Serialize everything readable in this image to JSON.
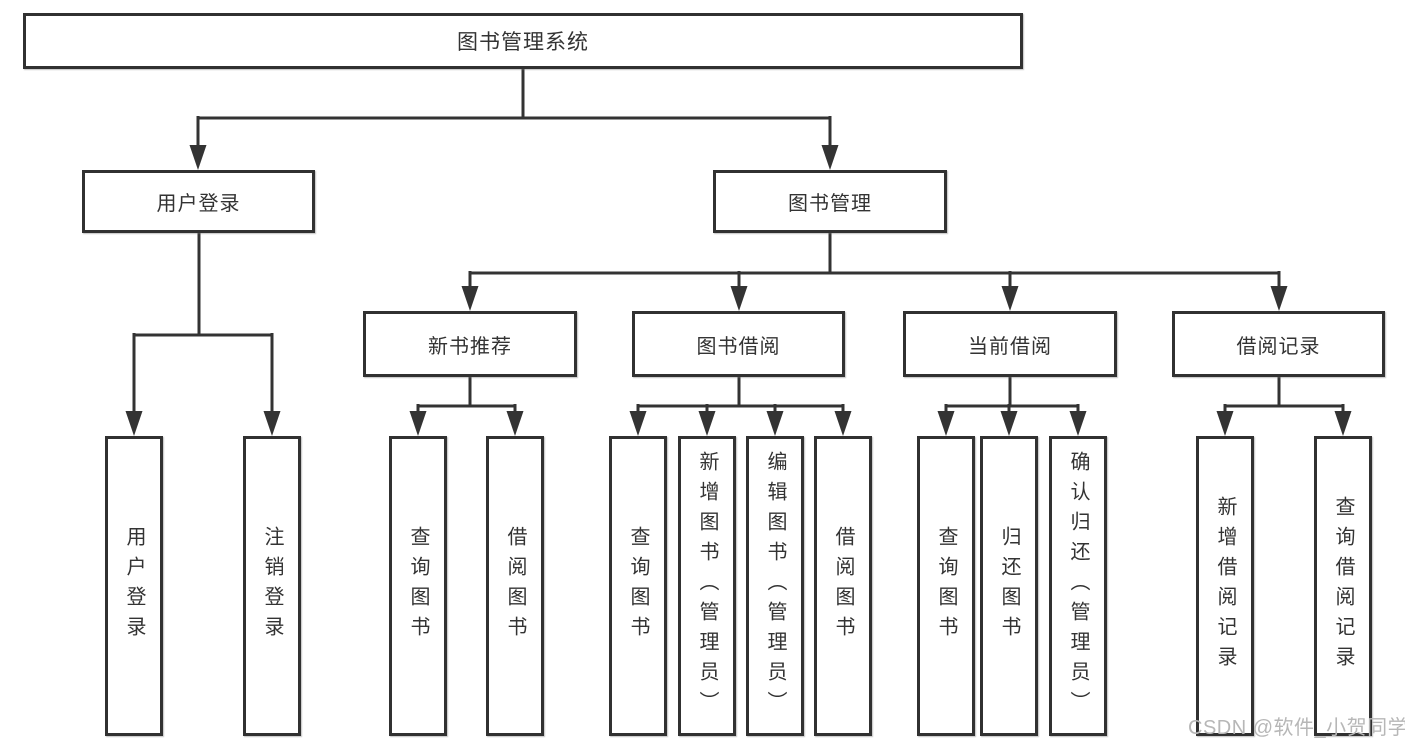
{
  "nodes": {
    "root": "图书管理系统",
    "user_login": "用户登录",
    "book_mgmt": "图书管理",
    "new_book_rec": "新书推荐",
    "book_borrow": "图书借阅",
    "current_borrow": "当前借阅",
    "borrow_record": "借阅记录",
    "leaf_user_login": "用户登录",
    "leaf_logout": "注销登录",
    "leaf_query_book_nbr": "查询图书",
    "leaf_borrow_book_nbr": "借阅图书",
    "leaf_query_book_bb": "查询图书",
    "leaf_add_book": "新增图书（管理员）",
    "leaf_edit_book": "编辑图书（管理员）",
    "leaf_borrow_book_bb": "借阅图书",
    "leaf_query_book_cb": "查询图书",
    "leaf_return_book": "归还图书",
    "leaf_confirm_return": "确认归还（管理员）",
    "leaf_add_borrow_record": "新增借阅记录",
    "leaf_query_borrow_record": "查询借阅记录"
  },
  "watermark": "CSDN @软件_小贺同学",
  "colors": {
    "line": "#333333",
    "box_border": "#313131",
    "text": "#333333",
    "watermark": "#b7b7b7",
    "background": "#ffffff"
  }
}
